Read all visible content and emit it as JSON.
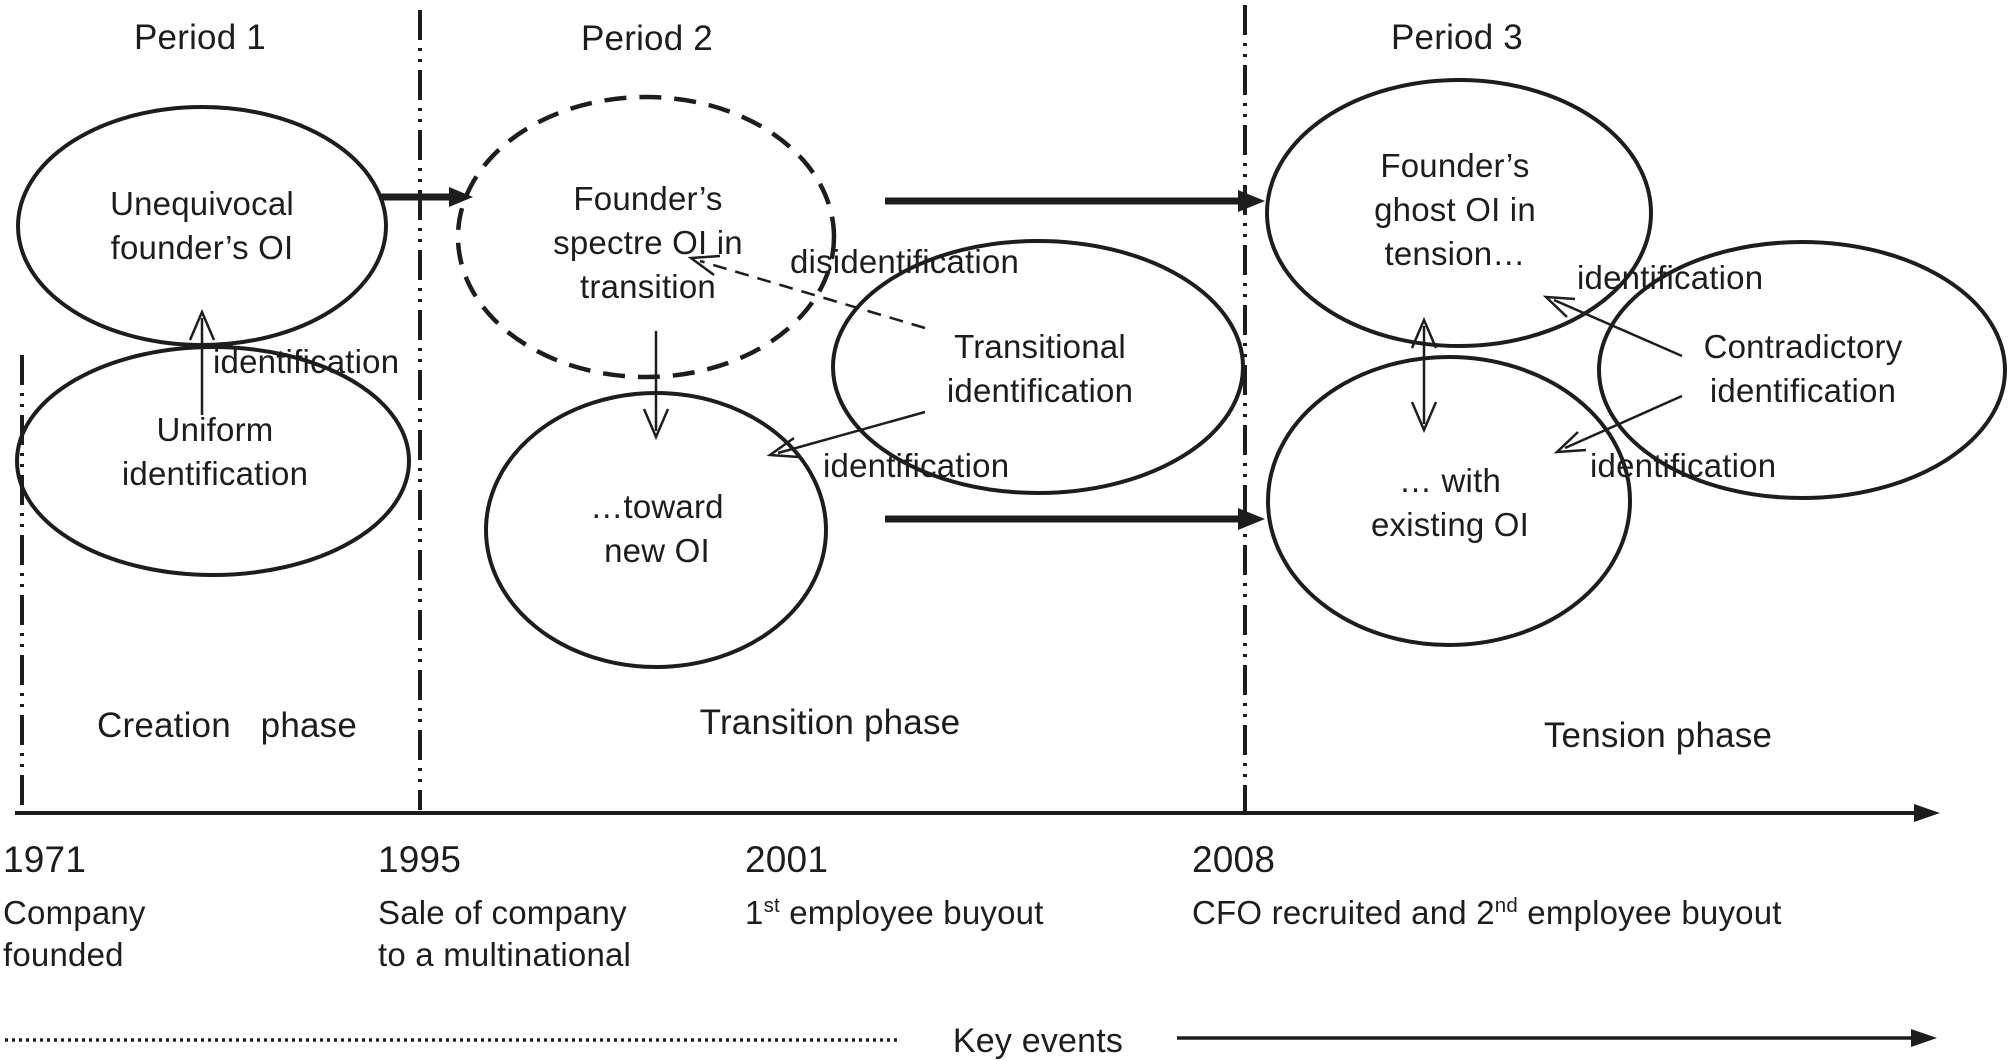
{
  "diagram": {
    "periods": {
      "p1": "Period 1",
      "p2": "Period 2",
      "p3": "Period 3"
    },
    "ellipses": {
      "unequivocal": "Unequivocal\nfounder’s OI",
      "uniform": "Uniform\nidentification",
      "spectre": "Founder’s\nspectre OI in\ntransition",
      "toward_new": "…toward\nnew OI",
      "transitional": "Transitional\nidentification",
      "ghost": "Founder’s\nghost OI in\ntension…",
      "existing": "… with\nexisting OI",
      "contradictory": "Contradictory\nidentification"
    },
    "arrow_labels": {
      "identification_p1": "identification",
      "disidentification": "disidentification",
      "identification_p2": "identification",
      "identification_p3_upper": "identification",
      "identification_p3_lower": "identification"
    },
    "phases": {
      "creation": "Creation   phase",
      "transition": "Transition phase",
      "tension": "Tension phase"
    },
    "timeline": {
      "milestones": [
        {
          "year": "1971",
          "event": "Company\nfounded"
        },
        {
          "year": "1995",
          "event": "Sale of company\nto a multinational"
        },
        {
          "year": "2001",
          "event_pre": "1",
          "event_sup": "st",
          "event_post": " employee buyout"
        },
        {
          "year": "2008",
          "event_pre": "CFO recruited and 2",
          "event_sup": "nd",
          "event_post": " employee buyout"
        }
      ]
    },
    "legend": {
      "label": "Key events"
    },
    "colors": {
      "ink": "#1d1d1b",
      "background": "#ffffff"
    }
  }
}
